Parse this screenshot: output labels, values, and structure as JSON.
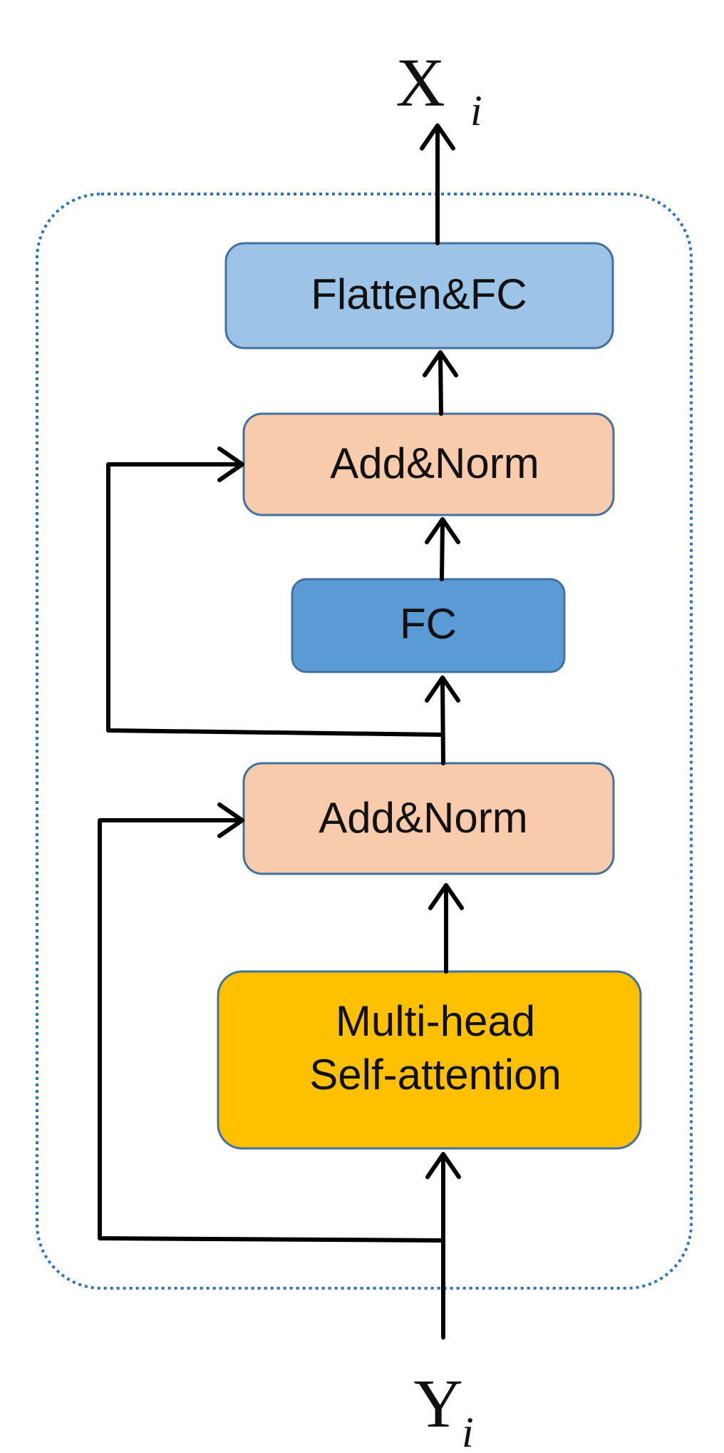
{
  "nodes": {
    "flatten_fc": {
      "label": "Flatten&FC",
      "fill": "#9dc3e6",
      "stroke": "#41719c"
    },
    "add_norm_top": {
      "label": "Add&Norm",
      "fill": "#f8cbad",
      "stroke": "#41719c"
    },
    "fc": {
      "label": "FC",
      "fill": "#5b9bd5",
      "stroke": "#41719c"
    },
    "add_norm_bottom": {
      "label": "Add&Norm",
      "fill": "#f8cbad",
      "stroke": "#41719c"
    },
    "self_attention": {
      "label_line1": "Multi-head",
      "label_line2": "Self-attention",
      "fill": "#ffc000",
      "stroke": "#41719c"
    }
  },
  "output": {
    "base": "X",
    "sub": "i"
  },
  "input": {
    "base": "Y",
    "sub": "i"
  },
  "container": {
    "stroke": "#2e75b6",
    "style": "dotted"
  }
}
